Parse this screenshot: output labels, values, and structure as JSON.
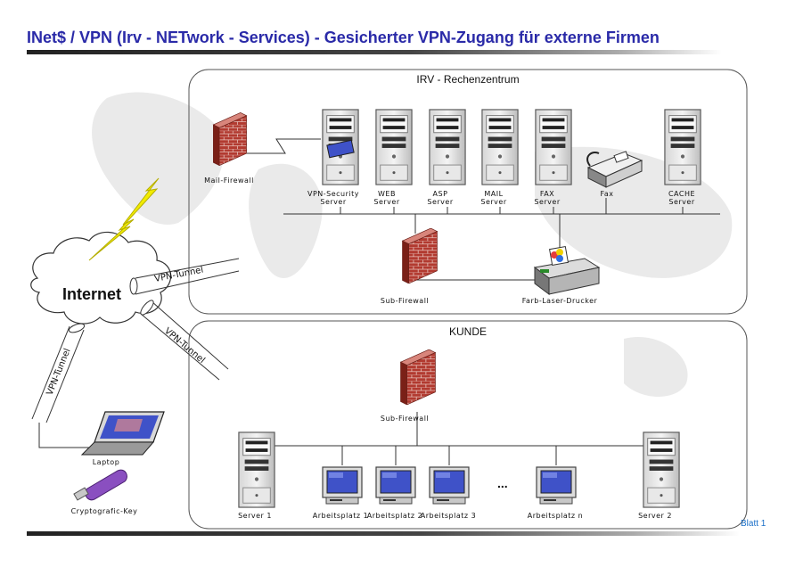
{
  "title": "INet$ / VPN (Irv - NETwork - Services) - Gesicherter VPN-Zugang für externe Firmen",
  "zones": {
    "rz": "IRV - Rechenzentrum",
    "kunde": "KUNDE"
  },
  "internet": "Internet",
  "tunnels": {
    "t1": "VPN-Tunnel",
    "t2": "VPN-Tunnel",
    "t3": "VPN-Tunnel"
  },
  "rz": {
    "mail_firewall": "Mail-Firewall",
    "servers": [
      {
        "line1": "VPN-Security",
        "line2": "Server"
      },
      {
        "line1": "WEB",
        "line2": "Server"
      },
      {
        "line1": "ASP",
        "line2": "Server"
      },
      {
        "line1": "MAIL",
        "line2": "Server"
      },
      {
        "line1": "FAX",
        "line2": "Server"
      },
      {
        "line1": "Fax",
        "line2": ""
      },
      {
        "line1": "CACHE",
        "line2": "Server"
      }
    ],
    "sub_firewall": "Sub-Firewall",
    "printer": "Farb-Laser-Drucker"
  },
  "kunde": {
    "sub_firewall": "Sub-Firewall",
    "laptop": "Laptop",
    "crypto": "Cryptografic-Key",
    "server1": "Server 1",
    "server2": "Server 2",
    "workstations": [
      "Arbeitsplatz 1",
      "Arbeitsplatz 2",
      "Arbeitsplatz 3",
      "Arbeitsplatz n"
    ],
    "ellipsis": "..."
  },
  "footer": {
    "page": "Blatt 1"
  },
  "colors": {
    "title": "#2a2aa8",
    "brick": "#b23a30",
    "lightning": "#f2ec00",
    "screen": "#3f52c8",
    "usb_key": "#8a4fc0",
    "footer_text": "#1a6fc8"
  },
  "icons": [
    "firewall-icon",
    "server-tower-icon",
    "fax-machine-icon",
    "printer-icon",
    "monitor-icon",
    "laptop-icon",
    "usb-key-icon",
    "lightning-icon",
    "cloud-icon"
  ]
}
